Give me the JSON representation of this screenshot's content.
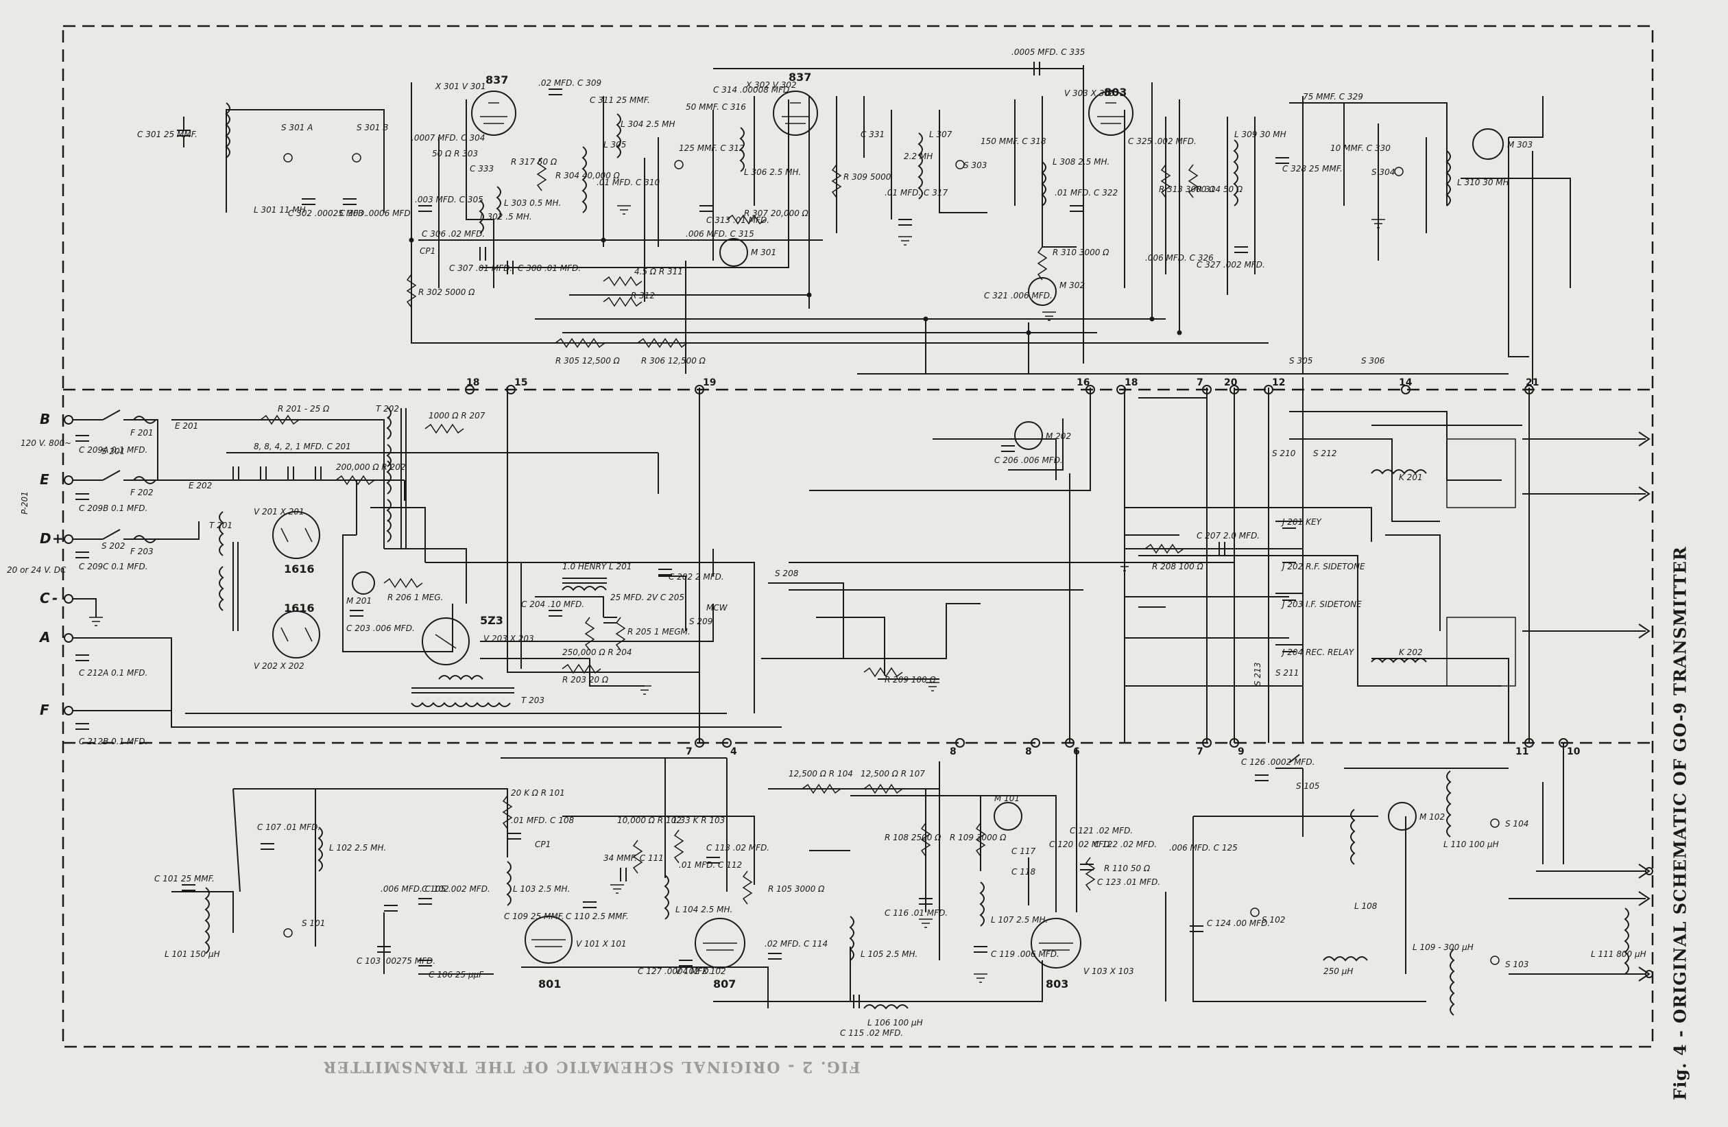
{
  "caption": "Fig. 4 - ORIGINAL SCHEMATIC OF GO-9 TRANSMITTER",
  "ghost_caption": "FIG. 2 - ORIGINAL SCHEMATIC OF THE TRANSMITTER",
  "terminals": [
    {
      "id": "B",
      "label": "B",
      "polarity": ""
    },
    {
      "id": "E",
      "label": "E",
      "polarity": ""
    },
    {
      "id": "D",
      "label": "D",
      "polarity": "+"
    },
    {
      "id": "C",
      "label": "C",
      "polarity": "-"
    },
    {
      "id": "A",
      "label": "A",
      "polarity": ""
    },
    {
      "id": "F",
      "label": "F",
      "polarity": ""
    }
  ],
  "supply_labels": {
    "ac": "120 V. 800~",
    "dc": "20 or 24 V. DC",
    "plug": "P-201"
  },
  "tubes": {
    "v301": {
      "type": "837",
      "ref": "X 301  V 301"
    },
    "v302": {
      "type": "837",
      "ref": "X 302  V 302"
    },
    "v303": {
      "type": "803",
      "ref": "V 303  X 303"
    },
    "v201": {
      "type": "1616",
      "ref": "V 201  X 201"
    },
    "v202": {
      "type": "1616",
      "ref": "V 202  X 202"
    },
    "v203": {
      "type": "5Z3",
      "ref": "V 203  X 203"
    },
    "v101": {
      "type": "801",
      "ref": "V 101  X 101"
    },
    "v102": {
      "type": "807",
      "ref": "V 102  X 102"
    },
    "v103": {
      "type": "803",
      "ref": "V 103  X 103"
    }
  },
  "meters": {
    "m301": "M 301",
    "m302": "M 302",
    "m303": "M 303",
    "m201": "M 201",
    "m202": "M 202",
    "m101": "M 101",
    "m102": "M 102"
  },
  "labels_top": {
    "c301": "C 301  25 MMF.",
    "s301": "S 301 A",
    "s301b": "S 301 B",
    "l301": "L 301  11 MH",
    "c302": "C 302  .00025 MFD.",
    "c303": "C 303  .0006 MFD.",
    "c304": ".0007 MFD.  C 304",
    "r303": "50 Ω  R 303",
    "c333": "C 333",
    "c305": ".003 MFD.  C 305",
    "c306": "C 306  .02 MFD.",
    "cp1": "CP1",
    "c307": "C 307  .01 MFD.",
    "r302": "R 302  5000 Ω",
    "l302": "L 302  .5 MH.",
    "l303": "L 303  0.5 MH.",
    "r317": "R 317  50 Ω",
    "c308": "C 308  .01 MFD.",
    "c309": ".02 MFD.  C 309",
    "r304": "R 304  40,000 Ω",
    "c311": "C 311  25 MMF.",
    "l304": "L 304  2.5 MH",
    "l305": "L 305",
    "c310": ".01 MFD.  C 310",
    "c316": "50 MMF.  C 316",
    "c314": "C 314  .00008 MFD.",
    "c312": "125 MMF.  C 312",
    "l306": "L 306  2.5 MH.",
    "c313": "C 313  .01 MFD.",
    "r307": "R 307  20,000 Ω",
    "c315": ".006 MFD.  C 315",
    "r309": "R 309  5000",
    "r311": "4.5 Ω  R 311",
    "r312": "R 312",
    "r305": "R 305  12,500 Ω",
    "r306": "R 306  12,500 Ω",
    "c335": ".0005 MFD.  C 335",
    "l307": "L 307",
    "c331": "C 331",
    "l3xx": "2.2 MH",
    "s303": "S 303",
    "c317": ".01 MFD.  C 317",
    "c318": "150 MMF.  C 318",
    "l308": "L 308  2.5 MH.",
    "c322": ".01 MFD.  C 322",
    "r310": "R 310  3000 Ω",
    "c321": "C 321  .006 MFD.",
    "c325": "C 325  .002 MFD.",
    "r313": "R 313  3000 Ω",
    "r314": "R 314  50 Ω",
    "c326": ".006 MFD.  C 326",
    "c327": "C 327  .002 MFD.",
    "l309": "L 309  30 MH",
    "c329": "75 MMF.  C 329",
    "c328": "C 328  25 MMF.",
    "c330": "10 MMF.  C 330",
    "s304": "S 304",
    "l310": "L 310  30 MH"
  },
  "labels_mid": {
    "c209a": "C 209A  0.1 MFD.",
    "c209b": "C 209B  0.1 MFD.",
    "c209c": "C 209C  0.1 MFD.",
    "s201": "S 201",
    "s202": "S 202",
    "f201": "F 201",
    "f202": "F 202",
    "f203": "F 203",
    "e201": "E 201",
    "e202": "E 202",
    "r201": "R 201 - 25 Ω",
    "c201": "8, 8, 4, 2, 1 MFD.  C 201",
    "r202": "200,000 Ω  R 202",
    "t202": "T 202",
    "r207": "1000 Ω  R 207",
    "t201": "T 201",
    "r206": "R 206  1 MEG.",
    "c203": "C 203  .006 MFD.",
    "t203": "T 203",
    "c212a": "C 212A  0.1 MFD.",
    "c212b": "C 212B  0.1 MFD.",
    "l201": "1.0 HENRY  L 201",
    "c204": "C 204  .10 MFD.",
    "r204": "250,000 Ω  R 204",
    "c205": "25 MFD. 2V  C 205",
    "r205": "R 205  1 MEGM.",
    "r203": "R 203  20 Ω",
    "c202": "C 202  2 MFD.",
    "mcw": "MCW",
    "s209": "S 209",
    "s208": "S 208",
    "r209": "R 209  100 Ω",
    "c206": "C 206  .006 MFD.",
    "r208": "R 208  100 Ω",
    "c207": "C 207  2.0 MFD.",
    "s305": "S 305",
    "s306": "S 306",
    "s210": "S 210",
    "s212": "S 212",
    "k201": "K 201",
    "k202": "K 202",
    "j201": "J 201  KEY",
    "j202": "J 202  R.F. SIDETONE",
    "j203": "J 203  I.F. SIDETONE",
    "j204": "J 204  REC. RELAY",
    "s213": "S 213",
    "s211": "S 211"
  },
  "labels_bot": {
    "c107": "C 107  .01 MFD.",
    "l102": "L 102  2.5 MH.",
    "r101": "20 K Ω  R 101",
    "c108": ".01 MFD.  C 108",
    "l103": "L 103  2.5 MH.",
    "c101": "C 101  25 MMF.",
    "l101": "L 101  150 μH",
    "s101": "S 101",
    "c102": ".006 MFD.  C 102",
    "c103": "C 103  .00275 MFD.",
    "c105": "C 105  .002 MFD.",
    "c106": "C 106  25 μμF",
    "c109": "C 109  25 MMF.",
    "c110": "C 110  2.5 MMF.",
    "cp1b": "CP1",
    "c111": "34 MMF.  C 111",
    "r102": "10,000 Ω  R 102",
    "r103": "1.33 K  R 103",
    "l104": "L 104  2.5 MH.",
    "c112": ".01 MFD.  C 112",
    "c113": "C 113  .02 MFD.",
    "c127": "C 127  .0004 MFD.",
    "r105": "R 105  3000 Ω",
    "c114": ".02 MFD.  C 114",
    "r104": "12,500 Ω  R 104",
    "r107": "12,500 Ω  R 107",
    "r108": "R 108  2500 Ω",
    "r109": "R 109  3000 Ω",
    "c116": "C 116  .01 MFD.",
    "l105": "L 105  2.5 MH.",
    "l106": "L 106  100 μH",
    "c115": "C 115  .02 MFD.",
    "l107": "L 107  2.5 MH.",
    "c119": "C 119  .006 MFD.",
    "c117": "C 117",
    "c118": "C 118",
    "c120": "C 120  .02 MFD.",
    "c121": "C 121  .02 MFD.",
    "c122": "C 122  .02 MFD.",
    "c123": "C 123  .01 MFD.",
    "r110": "R 110  50 Ω",
    "c126": "C 126  .0002 MFD.",
    "s105": "S 105",
    "c125": ".006 MFD.  C 125",
    "c124": "C 124  .00 MFD.",
    "s102": "S 102",
    "l108": "L 108",
    "l108v": "250 μH",
    "s104": "S 104",
    "l110": "L 110  100 μH",
    "s103": "S 103",
    "l109": "L 109 - 300 μH",
    "l111": "L 111  800 μH"
  },
  "connector_pins": [
    "18",
    "15",
    "19",
    "16",
    "18",
    "7",
    "20",
    "12",
    "14",
    "21",
    "7",
    "4",
    "8",
    "8",
    "6",
    "7",
    "9",
    "11",
    "10"
  ]
}
